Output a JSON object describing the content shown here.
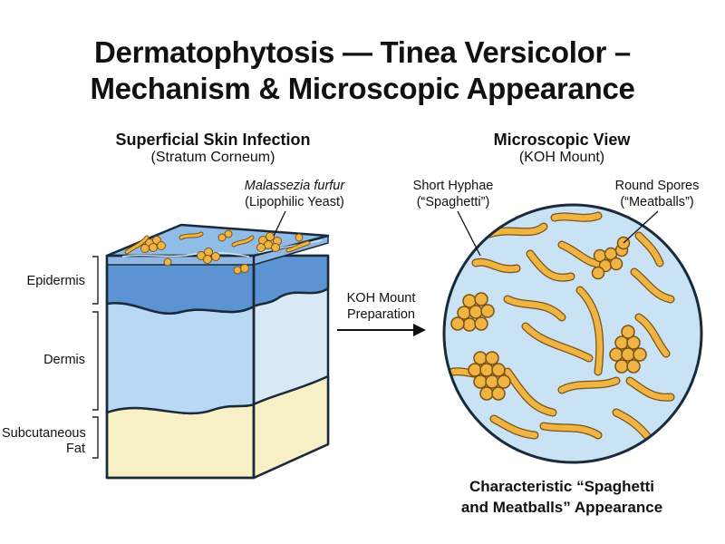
{
  "title": {
    "line1": "Dermatophytosis — Tinea Versicolor –",
    "line2": "Mechanism & Microscopic Appearance"
  },
  "left_panel": {
    "heading": "Superficial Skin Infection",
    "subheading": "(Stratum Corneum)",
    "organism_name": "Malassezia furfur",
    "organism_desc": "(Lipophilic Yeast)",
    "layers": [
      "Epidermis",
      "Dermis",
      "Subcutaneous Fat"
    ]
  },
  "arrow": {
    "line1": "KOH Mount",
    "line2": "Preparation"
  },
  "right_panel": {
    "heading": "Microscopic View",
    "subheading": "(KOH Mount)",
    "hyphae_label": "Short Hyphae",
    "hyphae_nick": "(“Spaghetti”)",
    "spores_label": "Round Spores",
    "spores_nick": "(“Meatballs”)",
    "caption_line1": "Characteristic “Spaghetti",
    "caption_line2": "and Meatballs” Appearance"
  },
  "colors": {
    "epidermis": "#5b93d3",
    "dermis": "#b9d8f3",
    "fat": "#f7efc6",
    "yeast": "#f0b445",
    "outline": "#1a2a3a",
    "field": "#c9e2f4"
  }
}
